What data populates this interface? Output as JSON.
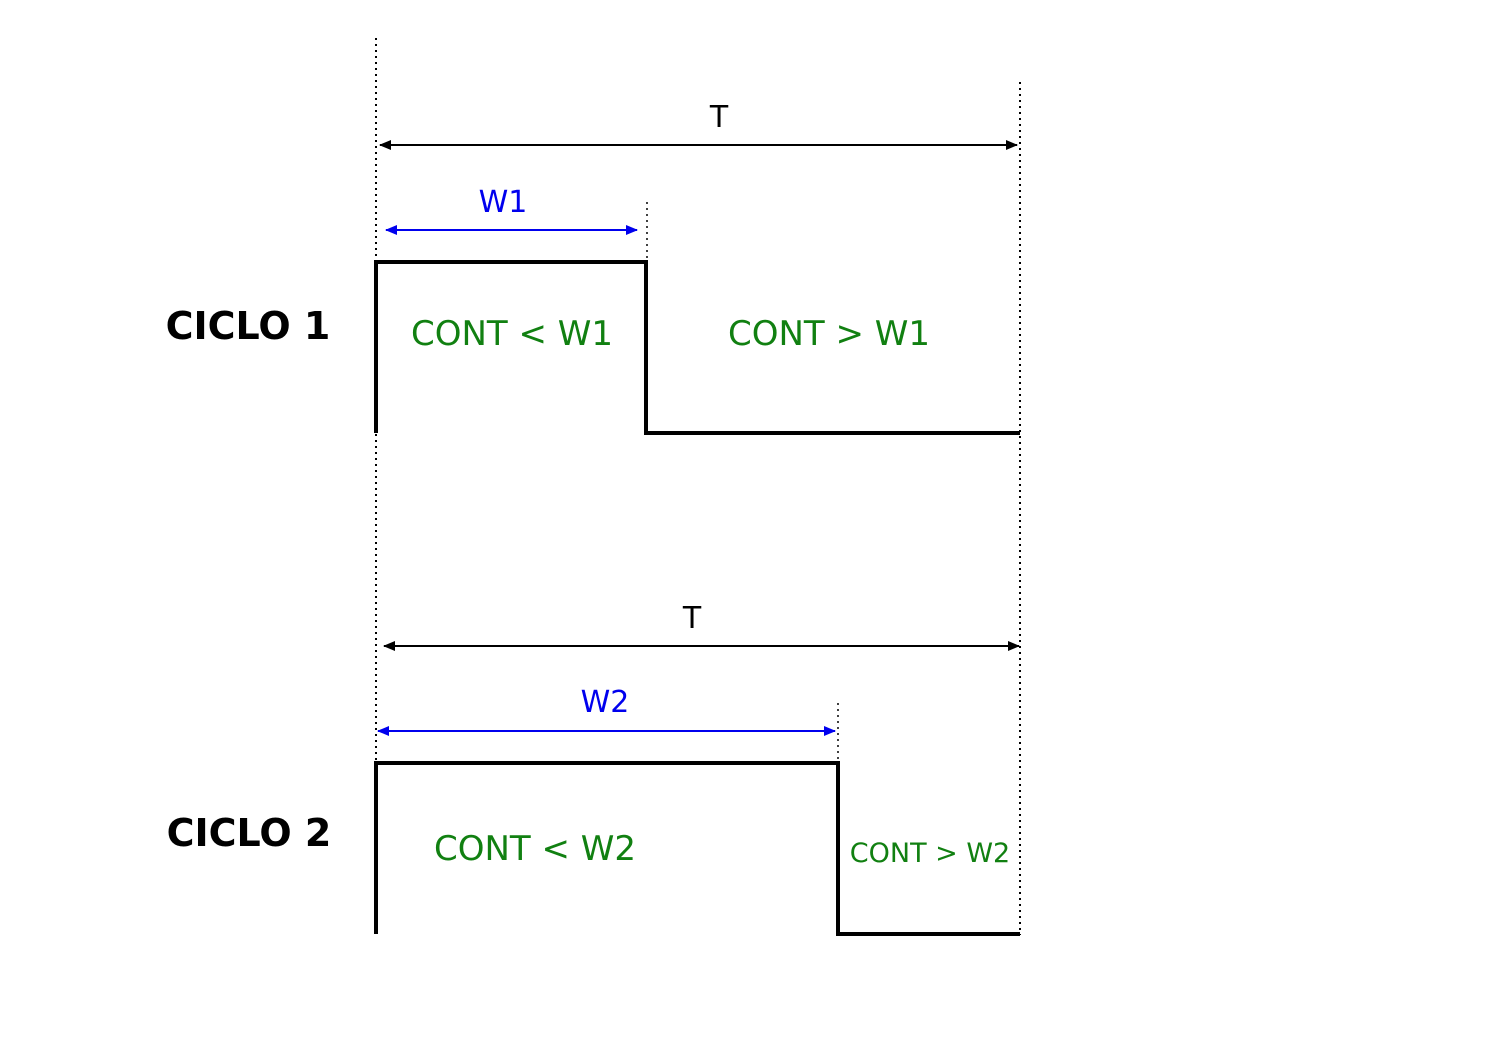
{
  "colors": {
    "line": "#000000",
    "width_dimension": "#0000ee",
    "zone_text": "#118011"
  },
  "cycle1": {
    "label": "CICLO 1",
    "period_label": "T",
    "width_label": "W1",
    "zone_high": "CONT < W1",
    "zone_low": "CONT > W1"
  },
  "cycle2": {
    "label": "CICLO 2",
    "period_label": "T",
    "width_label": "W2",
    "zone_high": "CONT < W2",
    "zone_low": "CONT > W2"
  }
}
